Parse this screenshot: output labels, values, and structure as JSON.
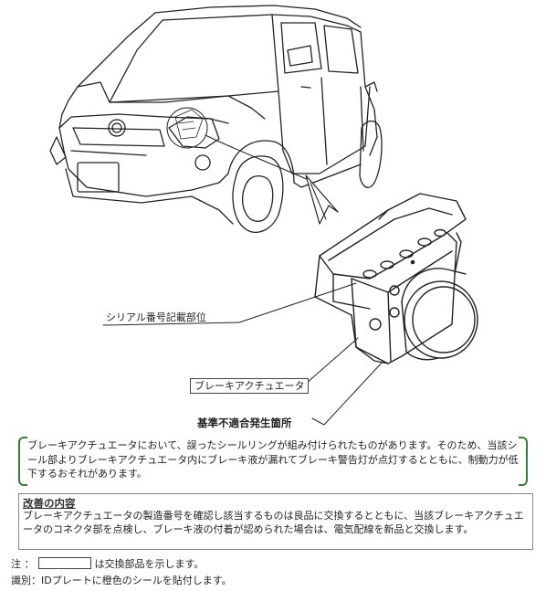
{
  "labels": {
    "serial_location": "シリアル番号記載部位",
    "brake_actuator": "ブレーキアクチュエータ",
    "nonconforming_location": "基準不適合発生箇所"
  },
  "defect_text": "ブレーキアクチュエータにおいて、誤ったシールリングが組み付けられたものがあります。そのため、当該シール部よりブレーキアクチュエータ内にブレーキ液が漏れてブレーキ警告灯が点灯するとともに、制動力が低下するおそれがあります。",
  "remedy": {
    "heading": "改善の内容",
    "text": "ブレーキアクチュエータの製造番号を確認し該当するものは良品に交換するとともに、当該ブレーキアクチュエータのコネクタ部を点検し、ブレーキ液の付着が認められた場合は、電気配線を新品と交換します。"
  },
  "notes": {
    "note_prefix": "注 ：",
    "note_suffix": "は交換部品を示します。",
    "id_text": "識別：IDプレートに橙色のシールを貼付します。"
  }
}
